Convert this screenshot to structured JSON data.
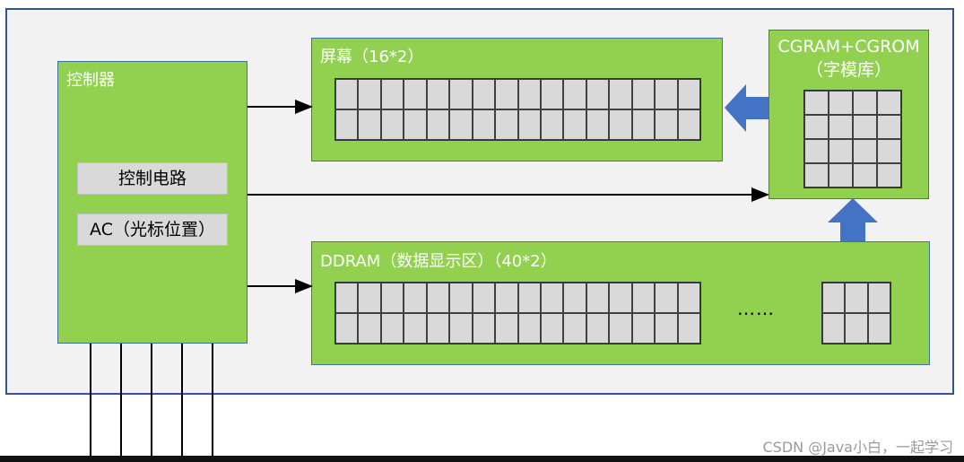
{
  "controller": {
    "title": "控制器",
    "control_circuit": "控制电路",
    "ac": "AC（光标位置）"
  },
  "screen": {
    "title": "屏幕（16*2）",
    "cols": 16,
    "rows": 2
  },
  "cgram": {
    "title_line1": "CGRAM+CGROM",
    "title_line2": "（字模库）",
    "cols": 4,
    "rows": 4
  },
  "ddram": {
    "title": "DDRAM（数据显示区）（40*2）",
    "main_cols": 16,
    "tail_cols": 3,
    "rows": 2,
    "ellipsis": "……"
  },
  "watermark": "CSDN @Java小白，一起学习",
  "colors": {
    "block_green": "#92d050",
    "frame_blue": "#2f5597",
    "arrow_blue": "#4472c4",
    "cell_gray": "#d9d9d9"
  },
  "bus_line_count": 5
}
